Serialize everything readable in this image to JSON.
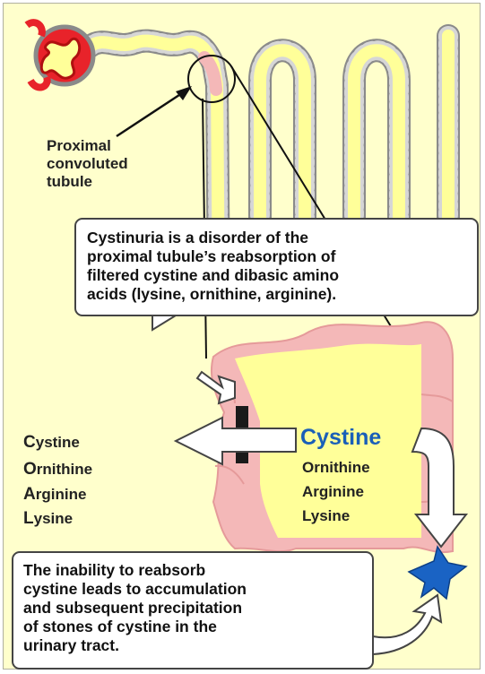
{
  "proximal_label": [
    "Proximal",
    "convoluted",
    "tubule"
  ],
  "callout_top": [
    "Cystinuria is a disorder of the",
    "proximal tubule’s reabsorption of",
    "filtered cystine and dibasic amino",
    "acids (lysine, ornithine, arginine)."
  ],
  "left_amino_acids": [
    {
      "initial": "C",
      "rest": "ystine"
    },
    {
      "initial": "O",
      "rest": "rnithine"
    },
    {
      "initial": "A",
      "rest": "rginine"
    },
    {
      "initial": "L",
      "rest": "ysine"
    }
  ],
  "right_amino_acids": {
    "highlight": "Cystine",
    "others": [
      "Ornithine",
      "Arginine",
      "Lysine"
    ]
  },
  "callout_bottom": [
    "The inability to reabsorb",
    "cystine leads to accumulation",
    "and subsequent precipitation",
    "of stones of cystine in the",
    "urinary tract."
  ],
  "colors": {
    "background": "#ffffcc",
    "tubule_lumen": "#ffff99",
    "tubule_wall": "#8a8a8a",
    "glomerulus": "#e8232a",
    "cell": "#f4b8b8",
    "highlight_text": "#1a5fb8",
    "stone": "#1a63c4",
    "transporter": "#1a1a1a"
  }
}
